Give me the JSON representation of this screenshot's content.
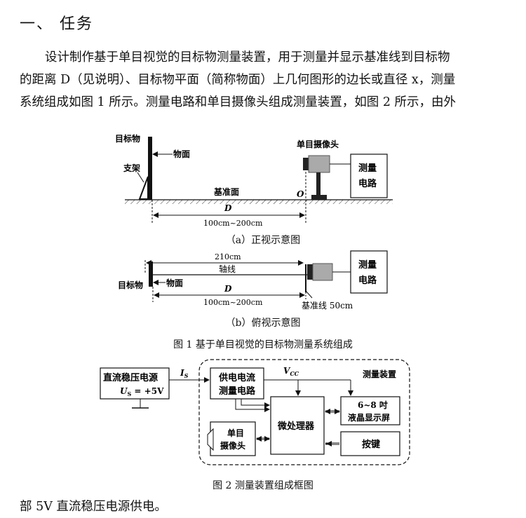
{
  "section": {
    "heading": "一、 任务"
  },
  "intro": {
    "line1": "设计制作基于单目视觉的目标物测量装置，用于测量并显示基准线到目标物",
    "line2": "的距离 D（见说明）、目标物平面（简称物面）上几何图形的边长或直径 x，测量",
    "line3": "系统组成如图 1 所示。测量电路和单目摄像头组成测量装置，如图 2 所示，由外"
  },
  "figure1": {
    "front_view": {
      "target_label": "目标物",
      "surface_label": "物面",
      "stand_label": "支架",
      "baseline_label": "基准面",
      "origin_label": "O",
      "camera_label": "单目摄像头",
      "circuit_label_1": "测量",
      "circuit_label_2": "电路",
      "distance_label": "D",
      "range_label": "100cm~200cm",
      "caption": "（a）正视示意图"
    },
    "top_view": {
      "length_label": "210cm",
      "axis_label": "轴线",
      "target_label": "目标物",
      "surface_label": "物面",
      "distance_label": "D",
      "range_label": "100cm~200cm",
      "baseline_label": "基准线 50cm",
      "circuit_label_1": "测量",
      "circuit_label_2": "电路",
      "caption": "（b）俯视示意图"
    },
    "caption": "图 1  基于单目视觉的目标物测量系统组成"
  },
  "figure2": {
    "power_supply_1": "直流稳压电源",
    "power_supply_2": "U",
    "power_supply_sub": "S",
    "power_supply_3": " = +5V",
    "current_label": "I",
    "current_sub": "S",
    "current_circuit_1": "供电电流",
    "current_circuit_2": "测量电路",
    "vcc_label": "V",
    "vcc_sub": "CC",
    "device_label": "测量装置",
    "lcd_1": "6~8 吋",
    "lcd_2": "液晶显示屏",
    "processor": "微处理器",
    "camera_1": "单目",
    "camera_2": "摄像头",
    "keys": "按键",
    "caption": "图 2  测量装置组成框图"
  },
  "tail": {
    "text": "部 5V 直流稳压电源供电。"
  }
}
